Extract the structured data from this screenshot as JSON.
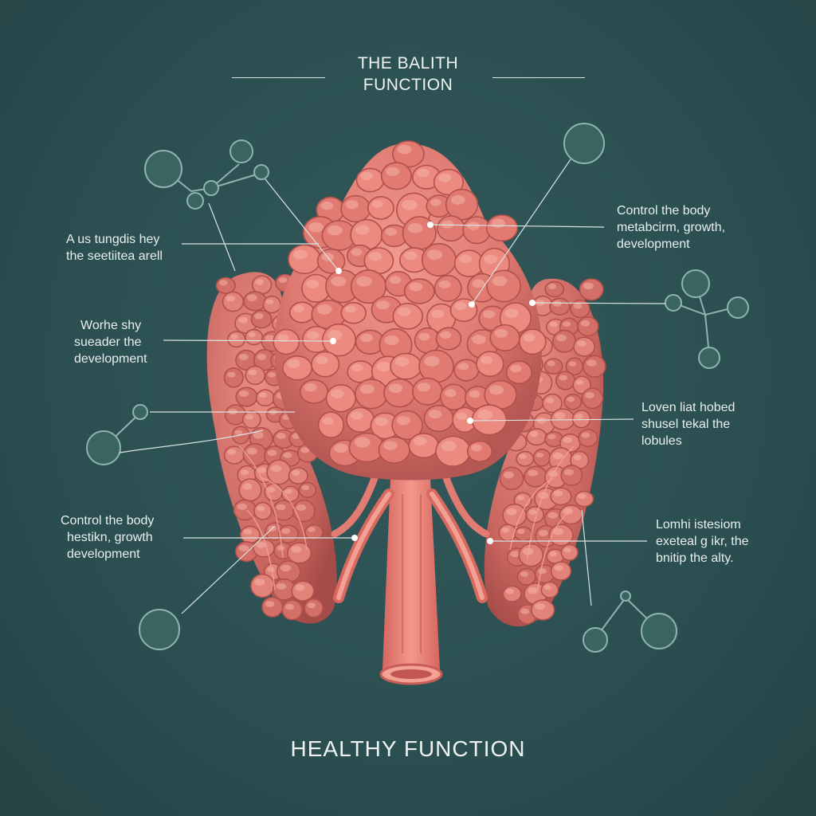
{
  "title": {
    "line1": "THE BALITH",
    "line2": "FUNCTION"
  },
  "footer": "HEALTHY FUNCTION",
  "labels": {
    "left_top": [
      "A us tungdis hey",
      "the seetiitea arell"
    ],
    "left_mid": [
      "Worhe shy",
      "sueader the",
      "development"
    ],
    "left_bottom": [
      "Control the body",
      "hestikn, growth",
      "development"
    ],
    "right_top": [
      "Control the body",
      "metabcirm, growth,",
      "development"
    ],
    "right_mid": [
      "Loven liat hobed",
      "shusel tekal the",
      "lobules"
    ],
    "right_bottom": [
      "Lomhi istesiom",
      "exeteal g ikr, the",
      "bnitip the alty."
    ]
  },
  "colors": {
    "background": "#2c5052",
    "tissue": "#e07a72",
    "tissue_dark": "#b9514d",
    "lines": "#d9e4e1",
    "nodes": "#8fb3ad"
  }
}
